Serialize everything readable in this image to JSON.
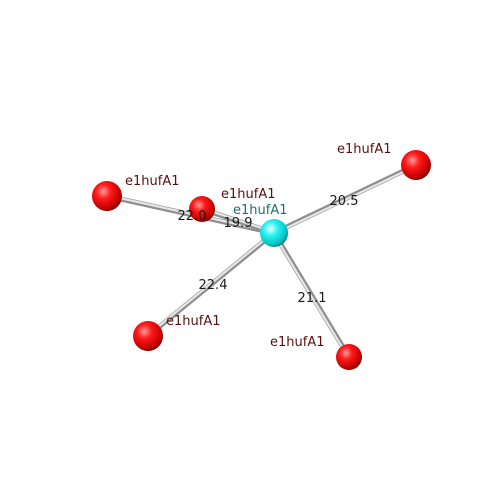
{
  "colors": {
    "background": "#ffffff",
    "center_atom": "#00e5e5",
    "ligand_atom": "#e00000",
    "bond": "#c8c8c8",
    "center_label": "#1f6e6e",
    "ligand_label": "#5a1010",
    "distance_label": "#1a1a1a"
  },
  "center": {
    "label": "e1hufA1"
  },
  "ligands": [
    {
      "label": "e1hufA1",
      "distance": "22.0"
    },
    {
      "label": "e1hufA1",
      "distance": "19.9"
    },
    {
      "label": "e1hufA1",
      "distance": "20.5"
    },
    {
      "label": "e1hufA1",
      "distance": "22.4"
    },
    {
      "label": "e1hufA1",
      "distance": "21.1"
    }
  ]
}
